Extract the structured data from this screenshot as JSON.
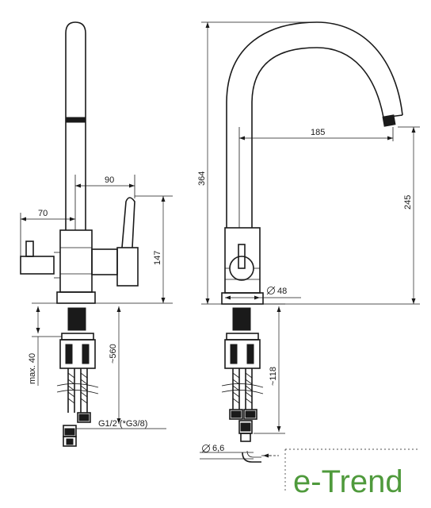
{
  "dimensions": {
    "front_90": "90",
    "front_70": "70",
    "front_147": "147",
    "front_max40": "max. 40",
    "front_560": "~560",
    "front_thread": "G1/2 (*G3/8)",
    "side_364": "364",
    "side_185": "185",
    "side_245": "245",
    "side_48": "48",
    "side_118": "~118",
    "side_66": "6,6"
  },
  "brand": {
    "logo_text": "e-Trend",
    "color": "#4f9a3c"
  }
}
